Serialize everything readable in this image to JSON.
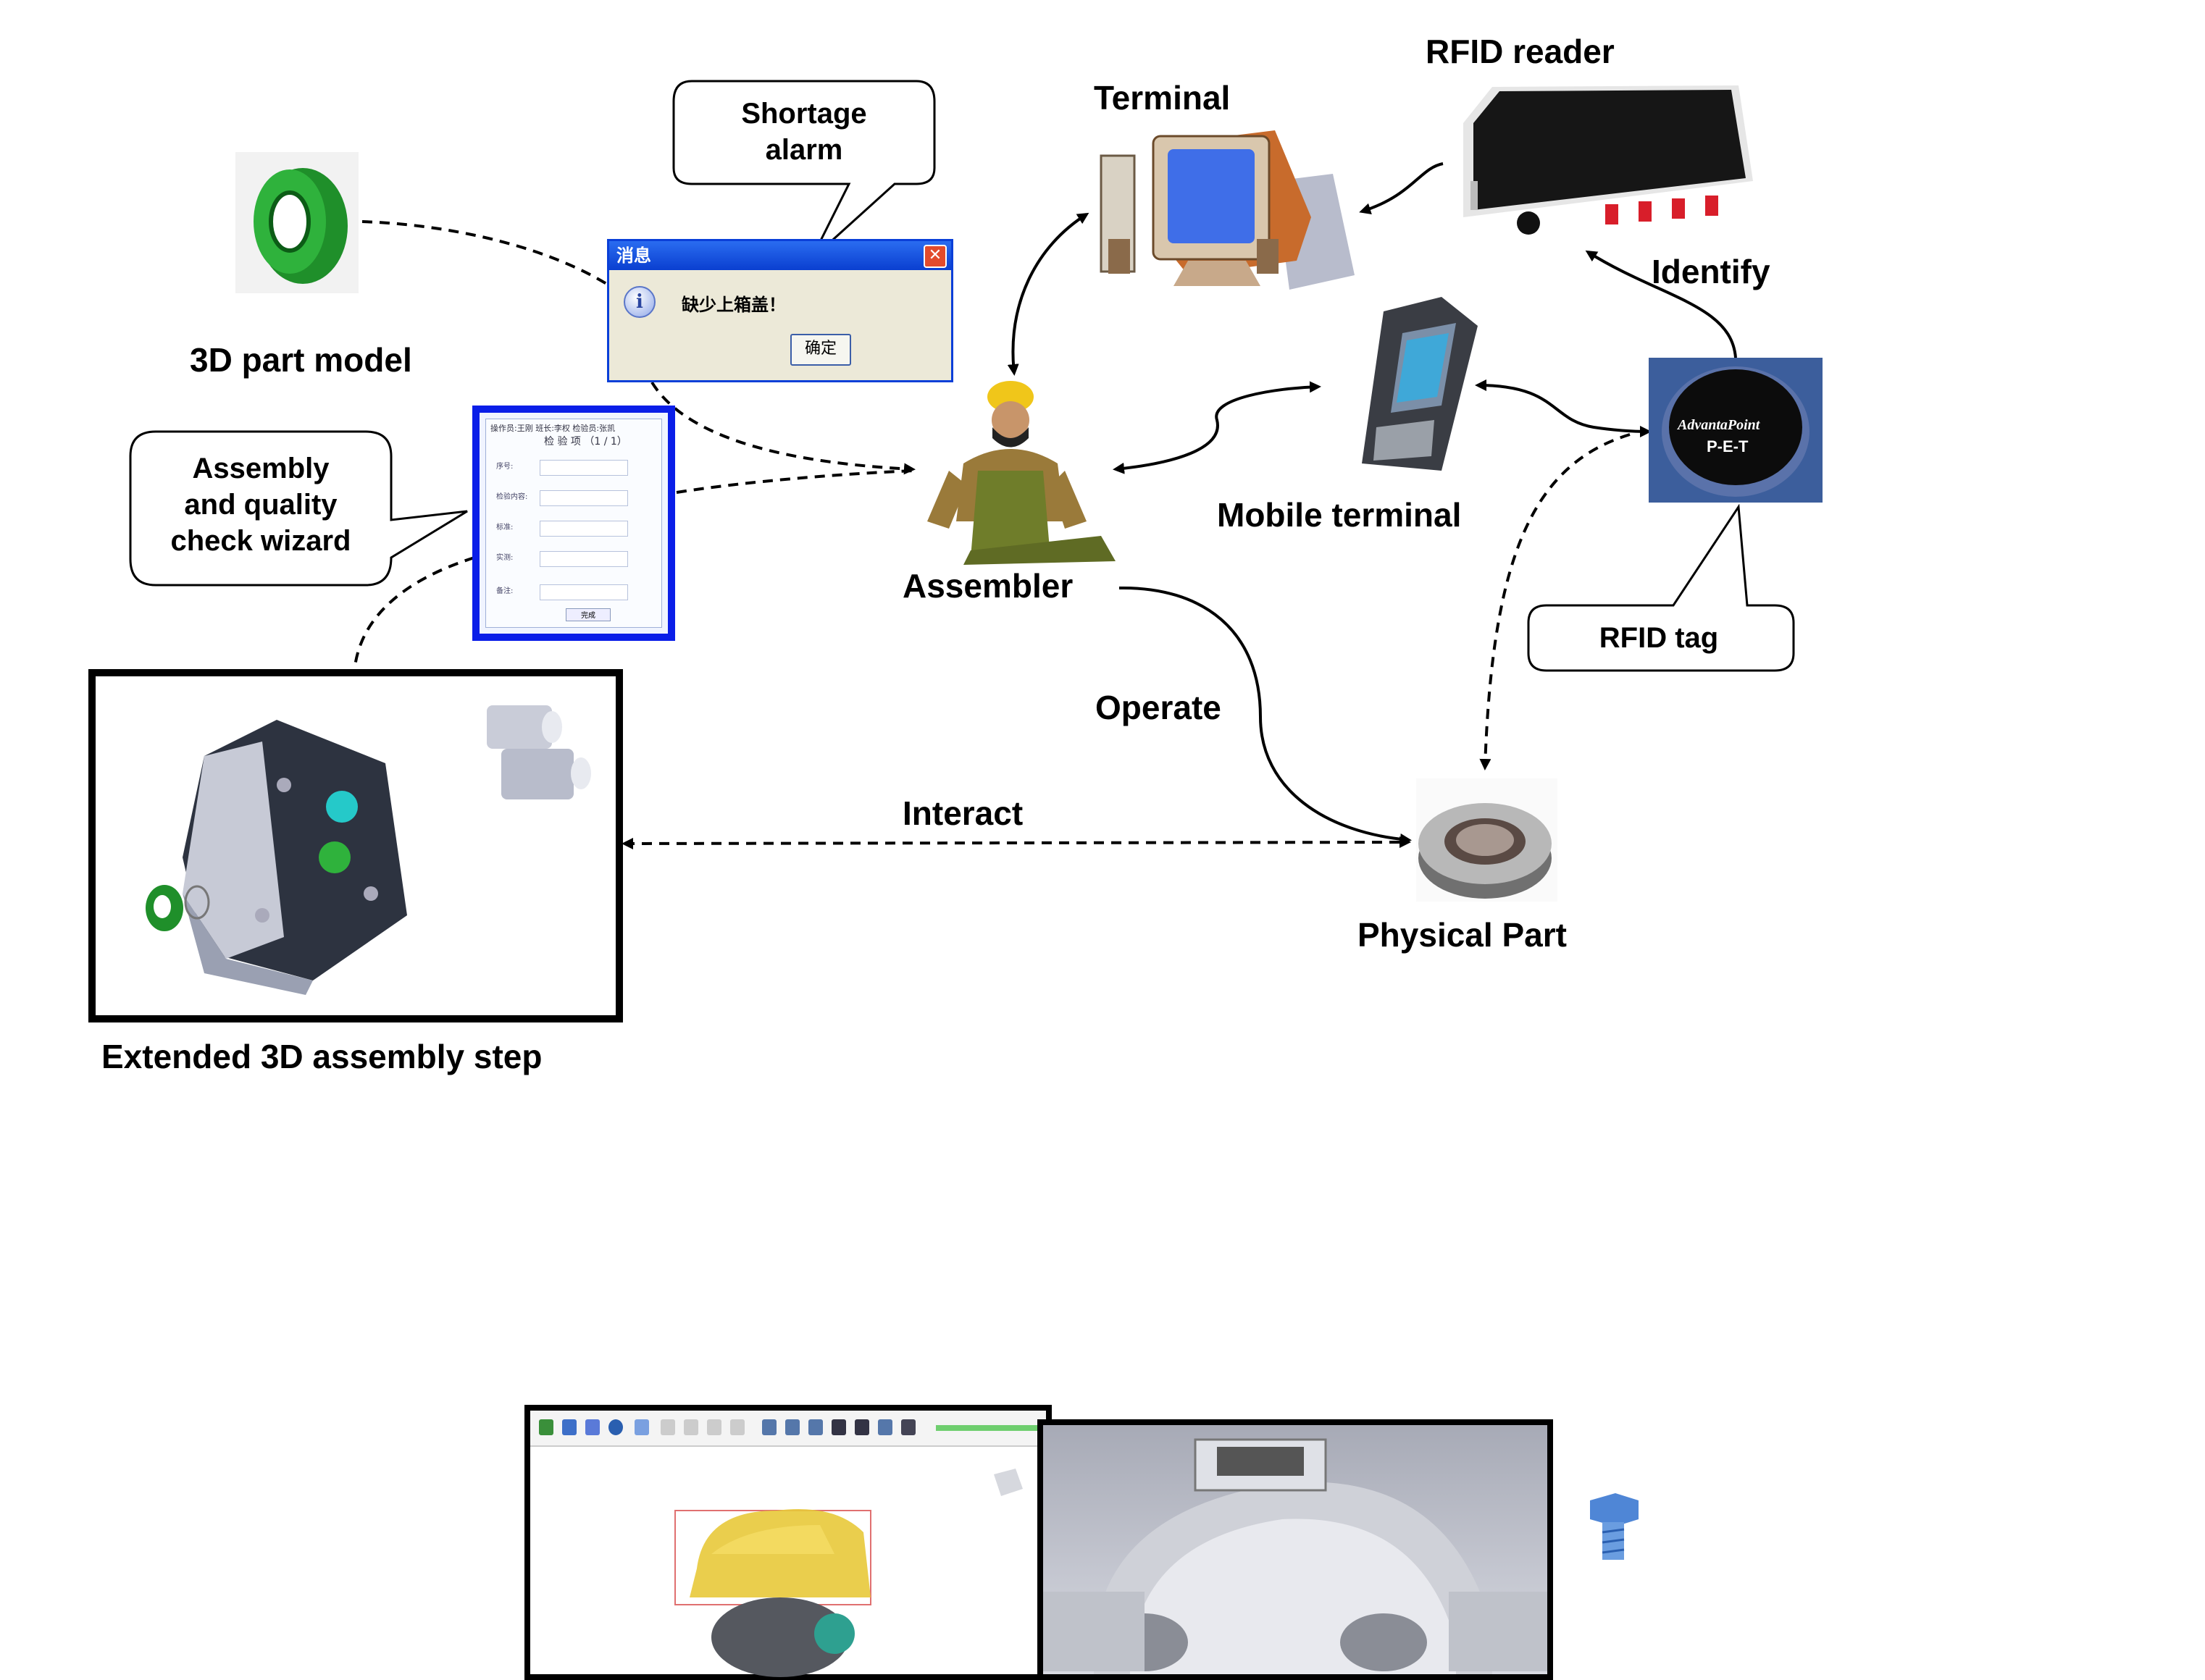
{
  "labels": {
    "part_model": "3D part model",
    "terminal": "Terminal",
    "rfid_reader": "RFID reader",
    "identify": "Identify",
    "mobile_terminal": "Mobile terminal",
    "assembler": "Assembler",
    "operate": "Operate",
    "interact": "Interact",
    "physical_part": "Physical Part",
    "extended_step": "Extended 3D assembly step"
  },
  "callouts": {
    "shortage_alarm": "Shortage\nalarm",
    "wizard": "Assembly\nand quality\ncheck wizard",
    "rfid_tag": "RFID tag"
  },
  "message_box": {
    "title": "消息",
    "text": "缺少上箱盖！",
    "ok": "确定",
    "close": "✕",
    "info_icon": "i"
  },
  "wizard_window": {
    "header": "操作员:王刚    班长:李权    检验员:张凯",
    "title": "检 验 项   （1 / 1）",
    "rows": [
      "序号:",
      "检验内容:",
      "标准:",
      "实测:",
      "备注:"
    ],
    "button": "完成"
  },
  "rfid_tag_text": {
    "line1": "AdvantaPoint",
    "line2": "P-E-T"
  },
  "icons": [
    "gear-ring-icon",
    "crt-terminal-icon",
    "rfid-reader-icon",
    "mobile-terminal-icon",
    "rfid-tag-icon",
    "worker-icon",
    "bearing-icon",
    "bolt-icon"
  ],
  "colors": {
    "dialog_blue": "#0a3fd8",
    "wizard_blue": "#0a1ee8",
    "part_green": "#1f8f2a"
  }
}
